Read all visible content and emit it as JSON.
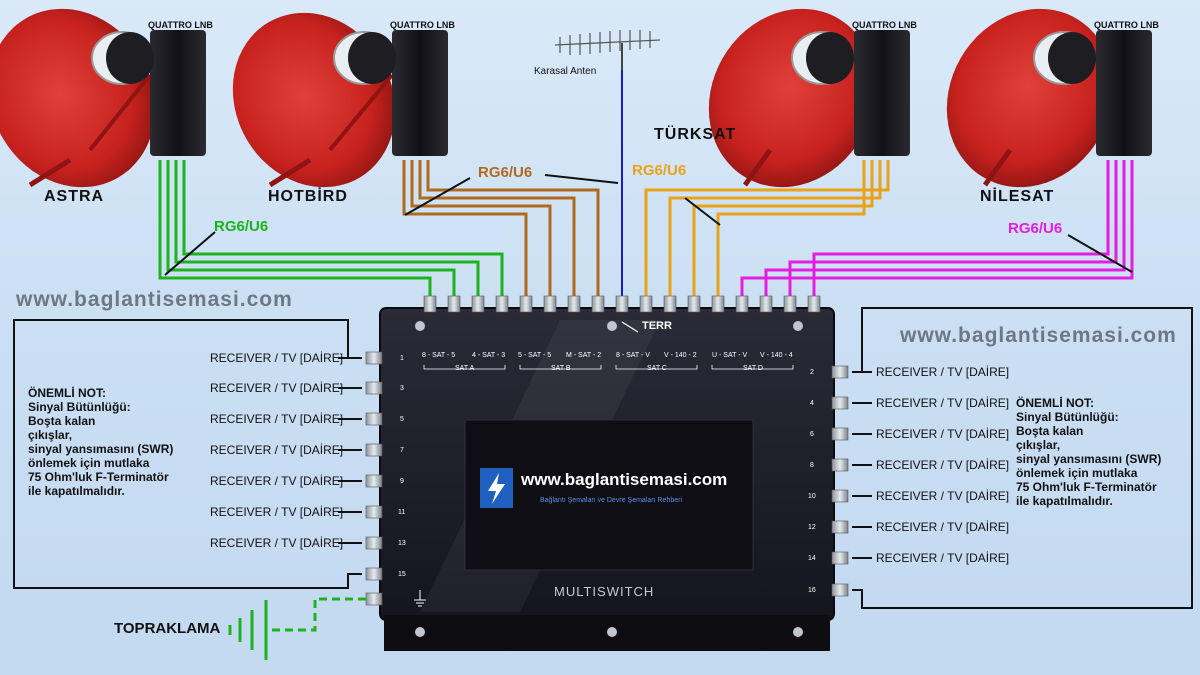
{
  "satellites": [
    {
      "name": "ASTRA",
      "lnb_label": "QUATTRO LNB"
    },
    {
      "name": "HOTBİRD",
      "lnb_label": "QUATTRO LNB"
    },
    {
      "name": "TÜRKSAT",
      "lnb_label": "QUATTRO LNB"
    },
    {
      "name": "NİLESAT",
      "lnb_label": "QUATTRO LNB"
    }
  ],
  "antenna_label": "Karasal Anten",
  "cable_labels": [
    "RG6/U6",
    "RG6/U6",
    "RG6/U6",
    "RG6/U6"
  ],
  "colors": {
    "astra": "#1db31d",
    "hotbird": "#b06a1e",
    "turksat": "#eaa21a",
    "nilesat": "#e21ee2",
    "terrestrial": "#1a1ad0",
    "dish": "#c8221f",
    "device": "#1c1c28",
    "ground": "#1db31d"
  },
  "multiswitch": {
    "terr_label": "TERR",
    "sat_groups": [
      {
        "label": "SAT A",
        "inputs": [
          "8 - SAT - 5",
          "4 - SAT - 3"
        ]
      },
      {
        "label": "SAT B",
        "inputs": [
          "5 - SAT - 5",
          "M - SAT - 2"
        ]
      },
      {
        "label": "SAT C",
        "inputs": [
          "8 - SAT - V",
          "V - 140 - 2"
        ]
      },
      {
        "label": "SAT D",
        "inputs": [
          "U - SAT - V",
          "V - 140 - 4"
        ]
      }
    ],
    "left_outputs": [
      "1",
      "3",
      "5",
      "7",
      "9",
      "11",
      "13",
      "15"
    ],
    "right_outputs": [
      "2",
      "4",
      "6",
      "8",
      "10",
      "12",
      "14",
      "16"
    ],
    "name": "MULTISWITCH",
    "logo_text": "www.baglantisemasi.com",
    "logo_subtitle": "Bağlantı Şemaları ve Devre Şemaları Rehberi"
  },
  "receiver_label": "RECEIVER / TV [DAİRE]",
  "left_receivers": 7,
  "right_receivers": 7,
  "note_lines": [
    "ÖNEMLİ NOT:",
    "Sinyal Bütünlüğü:",
    "Boşta kalan",
    "çıkışlar,",
    "sinyal yansımasını (SWR)",
    "önlemek için mutlaka",
    "75 Ohm'luk F-Terminatör",
    "ile kapatılmalıdır."
  ],
  "ground_label": "TOPRAKLAMA",
  "watermark": "www.baglantisemasi.com",
  "icons": [
    "satellite-dish-icon",
    "quattro-lnb-icon",
    "terrestrial-antenna-icon",
    "ground-symbol-icon",
    "lightning-bolt-icon"
  ]
}
